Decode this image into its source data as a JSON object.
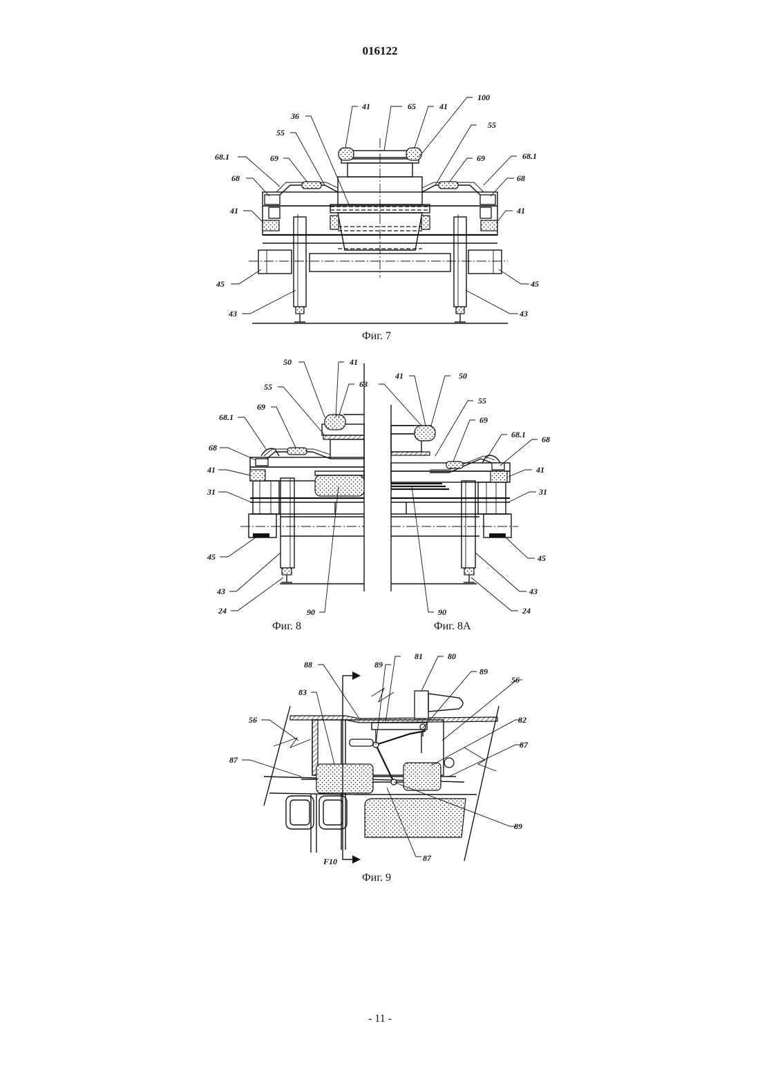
{
  "header": {
    "doc_number": "016122"
  },
  "footer": {
    "page_number": "- 11 -"
  },
  "fig7": {
    "caption": "Фиг. 7",
    "labels": [
      "41",
      "65",
      "41",
      "100",
      "36",
      "55",
      "55",
      "68.1",
      "69",
      "69",
      "68.1",
      "68",
      "68",
      "41",
      "41",
      "45",
      "45",
      "43",
      "43"
    ]
  },
  "fig8": {
    "caption": "Фиг. 8",
    "labels": [
      "50",
      "41",
      "55",
      "63",
      "68.1",
      "69",
      "68",
      "41",
      "31",
      "45",
      "43",
      "24",
      "90"
    ]
  },
  "fig8a": {
    "caption": "Фиг. 8А",
    "labels": [
      "41",
      "50",
      "55",
      "69",
      "68.1",
      "68",
      "41",
      "31",
      "45",
      "43",
      "24",
      "90"
    ]
  },
  "fig9": {
    "caption": "Фиг. 9",
    "labels": [
      "88",
      "89",
      "81",
      "80",
      "89",
      "56",
      "83",
      "56",
      "82",
      "87",
      "87",
      "89",
      "87",
      "F10"
    ]
  }
}
